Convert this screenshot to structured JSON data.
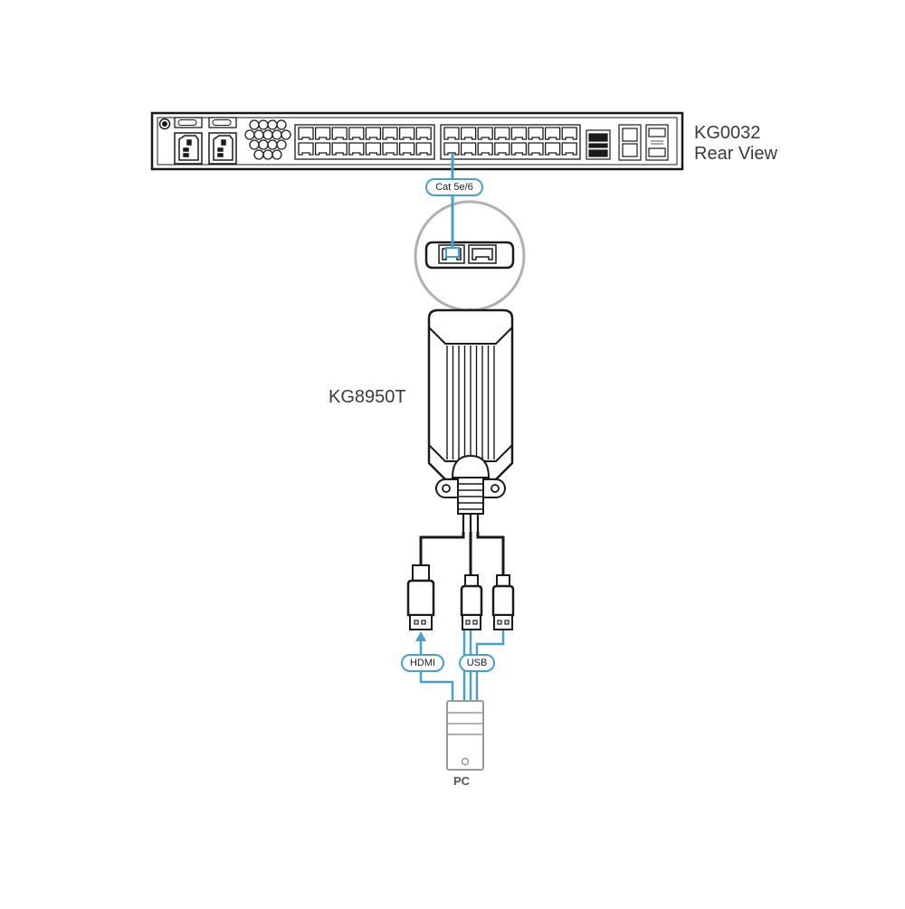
{
  "switch": {
    "model": "KG0032",
    "view": "Rear View"
  },
  "adapter": {
    "model": "KG8950T"
  },
  "cables": {
    "network": "Cat 5e/6",
    "video": "HDMI",
    "usb": "USB"
  },
  "computer": {
    "label": "PC",
    "icon": "desktop-tower-icon"
  },
  "colors": {
    "cable": "#4a9fc9",
    "outline": "#1a1a1a",
    "pc_outline": "#999999"
  }
}
